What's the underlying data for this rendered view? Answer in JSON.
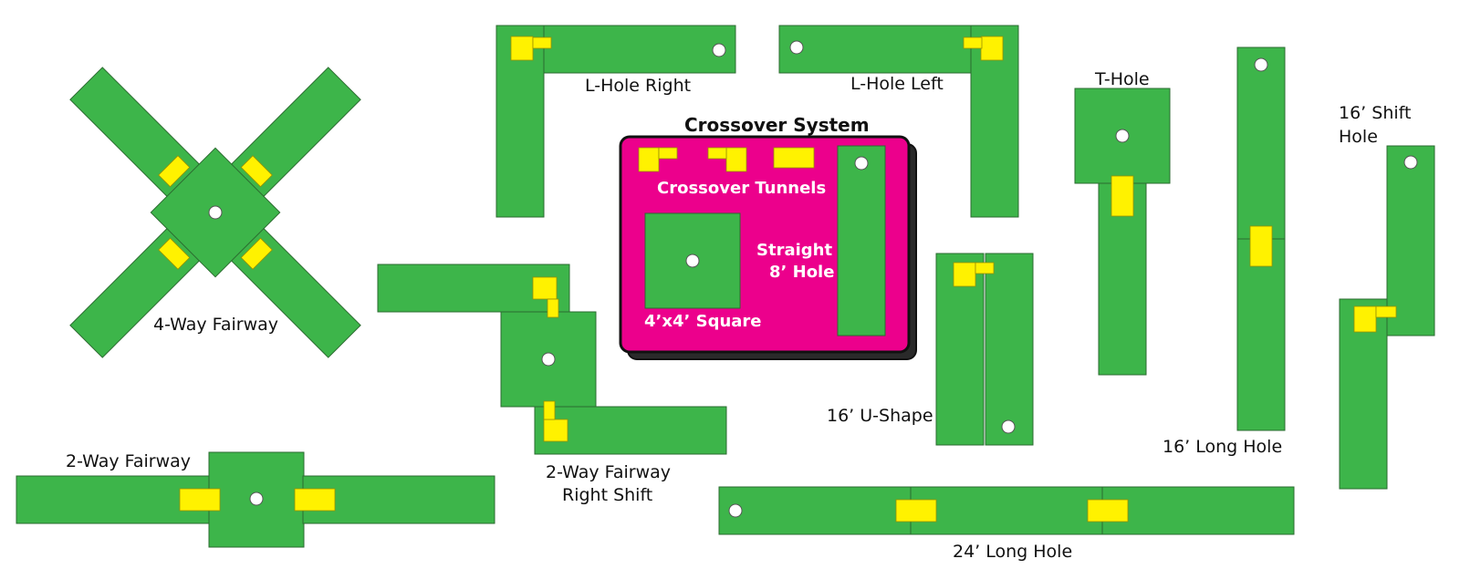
{
  "colors": {
    "turf": "#3db54a",
    "turf_stroke": "#2b6b30",
    "bumper": "#fff200",
    "bumper_stroke": "#9a9000",
    "crossover": "#ec008c",
    "shadow": "#2a2a2a",
    "hole_cup": "#ffffff"
  },
  "labels": {
    "four_way": "4-Way Fairway",
    "two_way": "2-Way Fairway",
    "two_way_shift_line1": "2-Way Fairway",
    "two_way_shift_line2": "Right Shift",
    "l_right": "L-Hole Right",
    "l_left": "L-Hole Left",
    "t_hole": "T-Hole",
    "u_shape": "16’ U-Shape",
    "long16": "16’ Long Hole",
    "shift16_line1": "16’ Shift",
    "shift16_line2": "Hole",
    "long24": "24’ Long Hole"
  },
  "crossover": {
    "title": "Crossover System",
    "tunnels": "Crossover Tunnels",
    "straight_line1": "Straight",
    "straight_line2": "8’ Hole",
    "square": "4’x4’ Square"
  }
}
